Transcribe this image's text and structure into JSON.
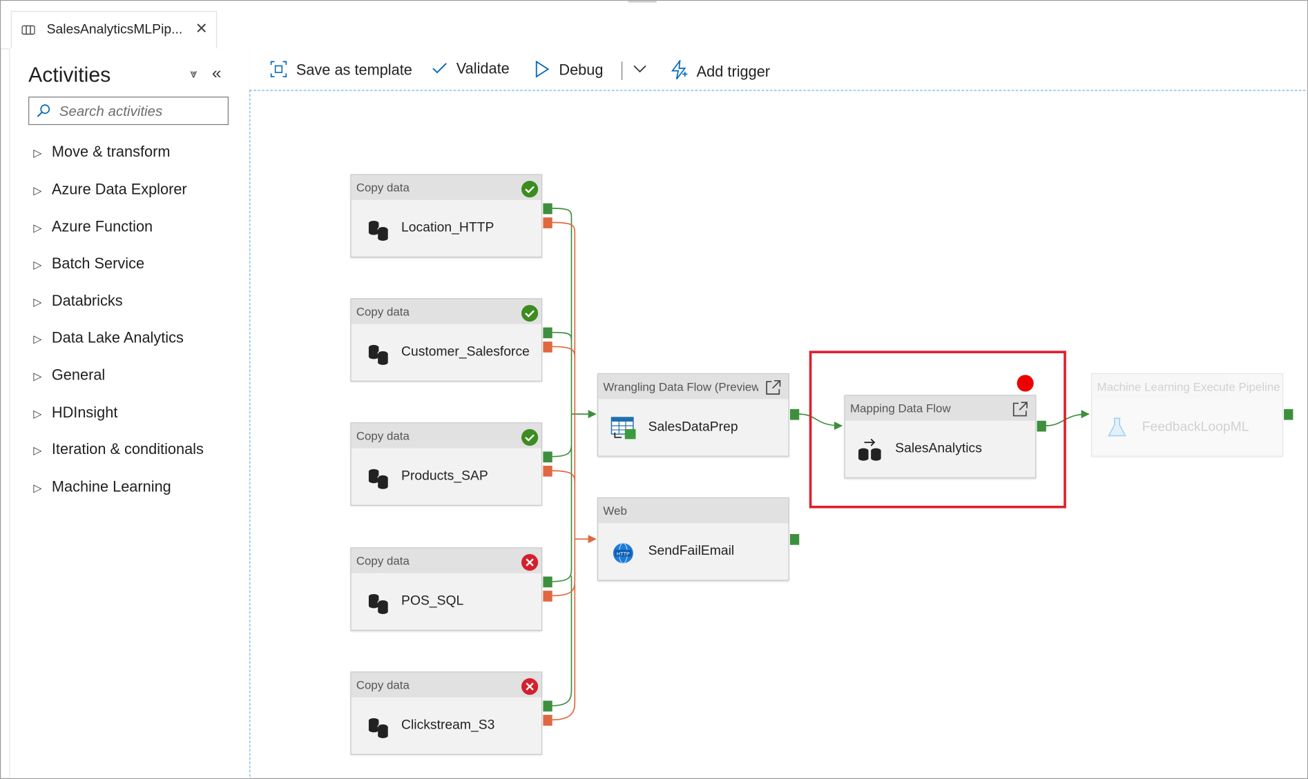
{
  "tab": {
    "title": "SalesAnalyticsMLPip...",
    "icon": "pipeline-icon",
    "close": "✕"
  },
  "sidebar": {
    "title": "Activities",
    "search_placeholder": "Search activities",
    "categories": [
      "Move & transform",
      "Azure Data Explorer",
      "Azure Function",
      "Batch Service",
      "Databricks",
      "Data Lake Analytics",
      "General",
      "HDInsight",
      "Iteration & conditionals",
      "Machine Learning"
    ]
  },
  "toolbar": {
    "save_template": "Save as template",
    "validate": "Validate",
    "debug": "Debug",
    "add_trigger": "Add trigger"
  },
  "activities": {
    "location": {
      "type": "Copy data",
      "name": "Location_HTTP",
      "status": "succeeded"
    },
    "customer": {
      "type": "Copy data",
      "name": "Customer_Salesforce",
      "status": "succeeded"
    },
    "products": {
      "type": "Copy data",
      "name": "Products_SAP",
      "status": "succeeded"
    },
    "pos": {
      "type": "Copy data",
      "name": "POS_SQL",
      "status": "failed"
    },
    "clickstream": {
      "type": "Copy data",
      "name": "Clickstream_S3",
      "status": "failed"
    },
    "wrangling": {
      "type": "Wrangling Data Flow (Preview",
      "name": "SalesDataPrep"
    },
    "web": {
      "type": "Web",
      "name": "SendFailEmail"
    },
    "mapping": {
      "type": "Mapping Data Flow",
      "name": "SalesAnalytics"
    },
    "ml": {
      "type": "Machine Learning Execute Pipeline",
      "name": "FeedbackLoopML",
      "state": "disabled"
    }
  },
  "colors": {
    "success": "#3c8c20",
    "failure": "#d5202c",
    "accent": "#0078d4",
    "highlight": "#e01e2a",
    "breakpoint": "#ee0000"
  }
}
